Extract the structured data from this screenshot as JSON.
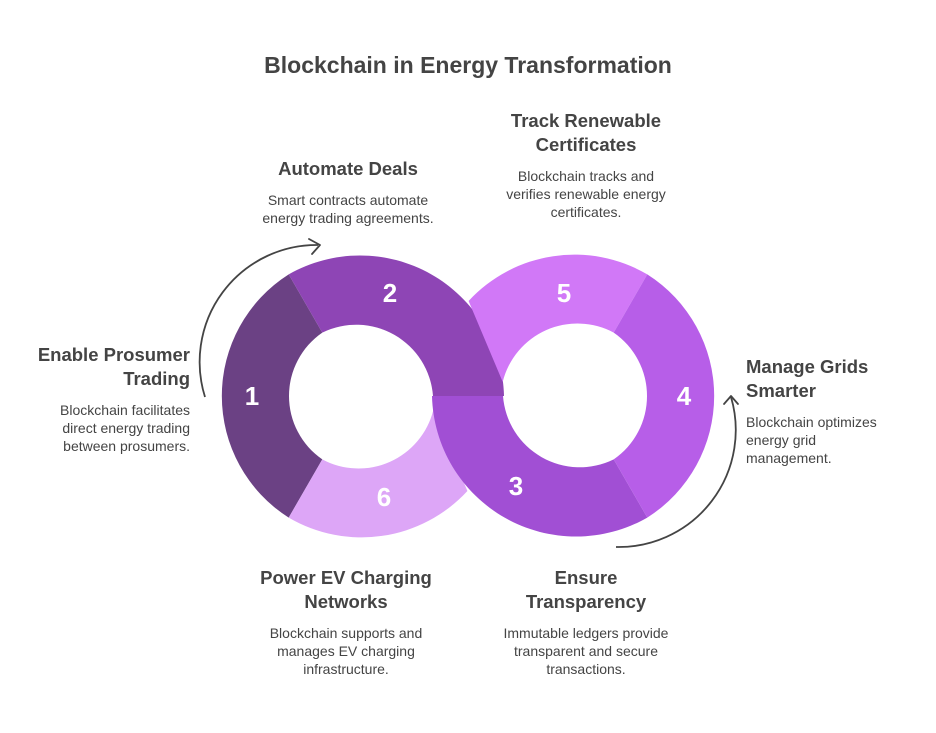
{
  "title": "Blockchain in Energy Transformation",
  "colors": {
    "seg1": "#6b4184",
    "seg2": "#8e45b5",
    "seg3": "#a14fd4",
    "seg4": "#b75ee8",
    "seg5": "#d178f7",
    "seg6": "#dda6f7",
    "arrow": "#444444",
    "text": "#444444"
  },
  "steps": [
    {
      "number": "1",
      "heading_lines": [
        "Enable Prosumer",
        "Trading"
      ],
      "description_lines": [
        "Blockchain facilitates",
        "direct energy trading",
        "between prosumers."
      ]
    },
    {
      "number": "2",
      "heading_lines": [
        "Automate Deals"
      ],
      "description_lines": [
        "Smart contracts automate",
        "energy trading agreements."
      ]
    },
    {
      "number": "3",
      "heading_lines": [
        "Ensure",
        "Transparency"
      ],
      "description_lines": [
        "Immutable ledgers provide",
        "transparent and secure",
        "transactions."
      ]
    },
    {
      "number": "4",
      "heading_lines": [
        "Manage Grids",
        "Smarter"
      ],
      "description_lines": [
        "Blockchain optimizes",
        "energy grid",
        "management."
      ]
    },
    {
      "number": "5",
      "heading_lines": [
        "Track Renewable",
        "Certificates"
      ],
      "description_lines": [
        "Blockchain tracks and",
        "verifies renewable energy",
        "certificates."
      ]
    },
    {
      "number": "6",
      "heading_lines": [
        "Power EV Charging",
        "Networks"
      ],
      "description_lines": [
        "Blockchain supports and",
        "manages EV charging",
        "infrastructure."
      ]
    }
  ]
}
